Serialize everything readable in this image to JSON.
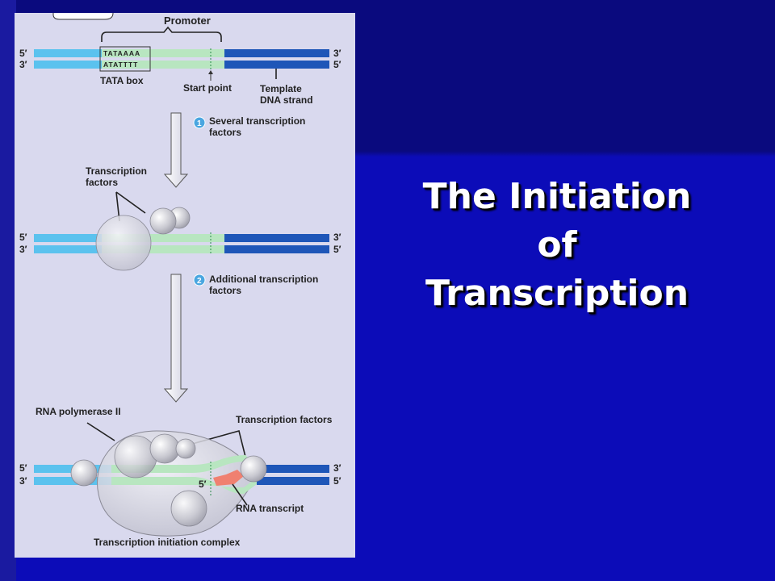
{
  "slide": {
    "title_lines": [
      "The Initiation",
      "of",
      "Transcription"
    ]
  },
  "figure": {
    "promoter_label": "Promoter",
    "prime5": "5′",
    "prime3": "3′",
    "tata_top": "TATAAAA",
    "tata_bottom": "ATATTTT",
    "tata_box_label": "TATA box",
    "start_point_label": "Start point",
    "template_line1": "Template",
    "template_line2": "DNA strand",
    "step1_number": "1",
    "step1_line1": "Several transcription",
    "step1_line2": "factors",
    "tf_line1": "Transcription",
    "tf_line2": "factors",
    "step2_number": "2",
    "step2_line1": "Additional transcription",
    "step2_line2": "factors",
    "rna_pol_label": "RNA polymerase II",
    "tf_right_label": "Transcription factors",
    "rna_transcript_label": "RNA transcript",
    "complex_label": "Transcription initiation complex"
  },
  "colors": {
    "background_blue": "#0c0cb8",
    "dna_light_blue": "#5bc2ee",
    "dna_green": "#b8e6c0",
    "dna_dark_blue": "#1e56b8",
    "rna_salmon": "#f08070",
    "panel": "#d9d9ee"
  }
}
